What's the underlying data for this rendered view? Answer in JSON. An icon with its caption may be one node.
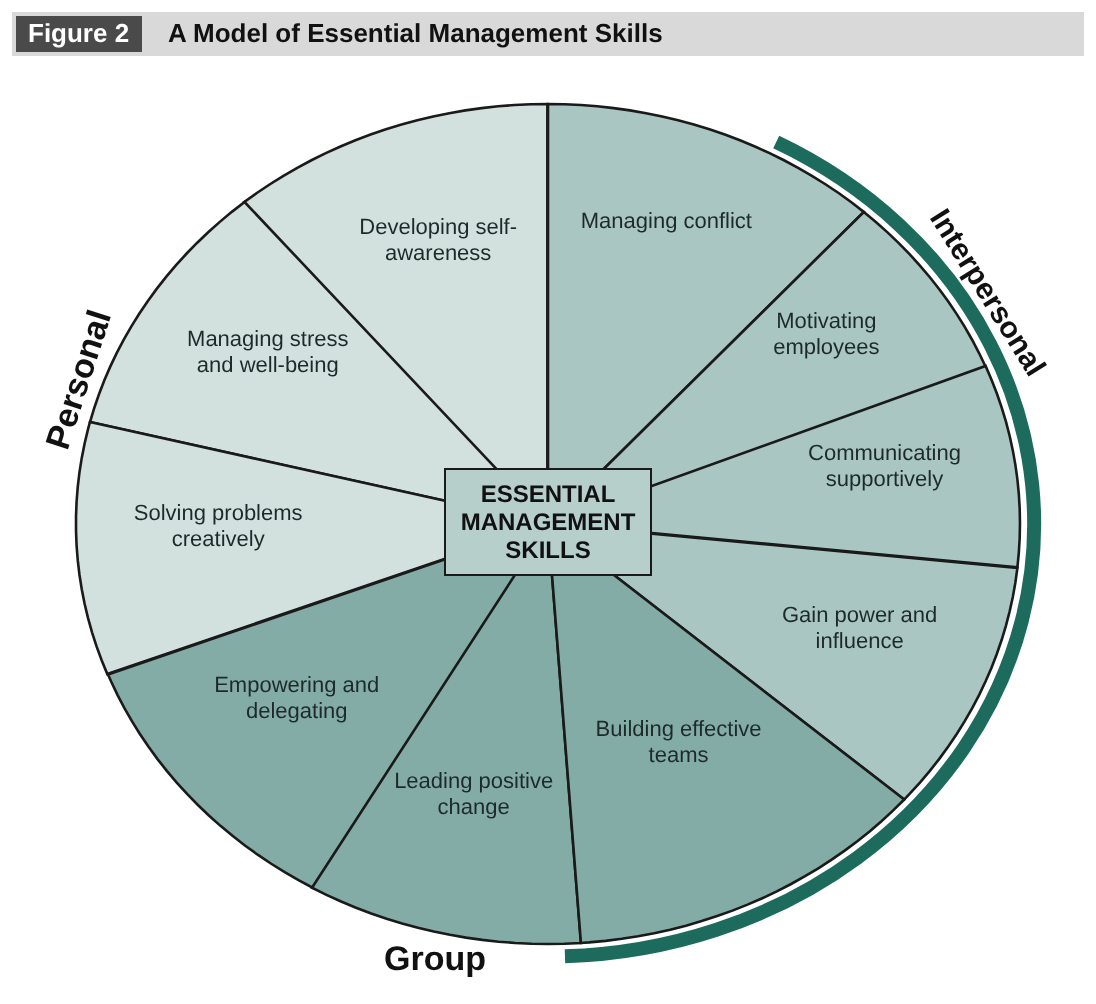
{
  "diagram": {
    "title": "A Model of Essential Management Skills",
    "nodes": [
      {
        "text": [
          "ESSENTIAL MANAGEMENT SKILLS"
        ]
      },
      {
        "text": [
          "Developing self-awareness"
        ]
      },
      {
        "text": [
          "Managing conflict"
        ]
      },
      {
        "text": [
          "Motivating employees"
        ]
      },
      {
        "text": [
          "Managing stress and well-being"
        ]
      },
      {
        "text": [
          "Communicating supportively"
        ]
      },
      {
        "text": [
          "Solving problems creatively"
        ]
      },
      {
        "text": [
          "Gain power and influence"
        ]
      },
      {
        "text": [
          "Empowering and delegating"
        ]
      },
      {
        "text": [
          "Leading positive change"
        ]
      },
      {
        "text": [
          "Building effective teams"
        ]
      }
    ],
    "edges": [],
    "labels": [
      "Figure 2",
      "Interpersonal",
      "Personal",
      "Group"
    ]
  }
}
